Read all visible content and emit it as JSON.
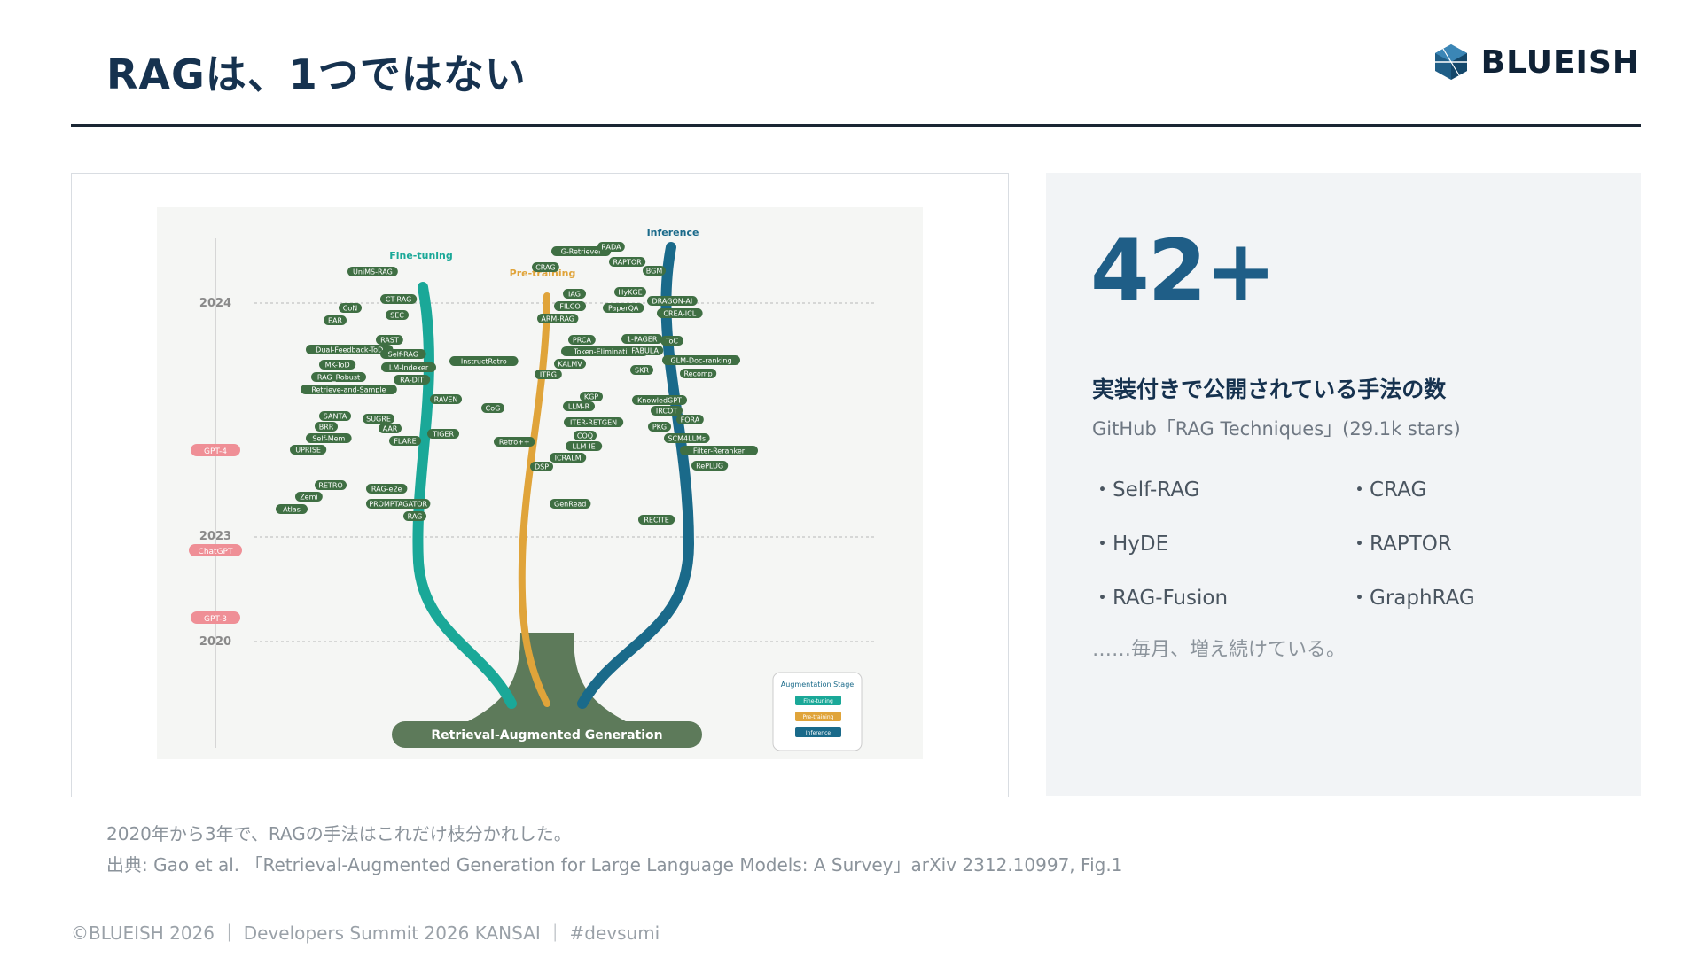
{
  "title": "RAGは、1つではない",
  "logo": {
    "name": "BLUEISH"
  },
  "figure": {
    "years": [
      "2024",
      "2023",
      "2020"
    ],
    "milestones": [
      "GPT-4",
      "ChatGPT",
      "GPT-3"
    ],
    "branches": {
      "fine_tuning": "Fine-tuning",
      "pre_training": "Pre-training",
      "inference": "Inference"
    },
    "root": "Retrieval-Augmented Generation",
    "legend": {
      "title": "Augmentation Stage",
      "items": [
        "Fine-tuning",
        "Pre-training",
        "Inference"
      ]
    },
    "leaves": [
      {
        "label": "UniMS-RAG",
        "b": "ft"
      },
      {
        "label": "CT-RAG",
        "b": "ft"
      },
      {
        "label": "CoN",
        "b": "ft"
      },
      {
        "label": "SEC",
        "b": "ft"
      },
      {
        "label": "EAR",
        "b": "ft"
      },
      {
        "label": "RAST",
        "b": "ft"
      },
      {
        "label": "Dual-Feedback-ToD",
        "b": "ft"
      },
      {
        "label": "Self-RAG",
        "b": "ft"
      },
      {
        "label": "MK-ToD",
        "b": "ft"
      },
      {
        "label": "LM-Indexer",
        "b": "ft"
      },
      {
        "label": "RAG_Robust",
        "b": "ft"
      },
      {
        "label": "RA-DIT",
        "b": "ft"
      },
      {
        "label": "Retrieve-and-Sample",
        "b": "ft"
      },
      {
        "label": "SANTA",
        "b": "ft"
      },
      {
        "label": "SUGRE",
        "b": "ft"
      },
      {
        "label": "BRR",
        "b": "ft"
      },
      {
        "label": "AAR",
        "b": "ft"
      },
      {
        "label": "Self-Mem",
        "b": "ft"
      },
      {
        "label": "FLARE",
        "b": "ft"
      },
      {
        "label": "UPRISE",
        "b": "ft"
      },
      {
        "label": "RETRO",
        "b": "ft"
      },
      {
        "label": "RAG-e2e",
        "b": "ft"
      },
      {
        "label": "Zemi",
        "b": "ft"
      },
      {
        "label": "PROMPTAGATOR",
        "b": "ft"
      },
      {
        "label": "Atlas",
        "b": "ft"
      },
      {
        "label": "RAG",
        "b": "ft"
      },
      {
        "label": "InstructRetro",
        "b": "pt"
      },
      {
        "label": "RAVEN",
        "b": "pt"
      },
      {
        "label": "CoG",
        "b": "pt"
      },
      {
        "label": "TIGER",
        "b": "pt"
      },
      {
        "label": "Retro++",
        "b": "pt"
      },
      {
        "label": "G-Retriever",
        "b": "in"
      },
      {
        "label": "RADA",
        "b": "in"
      },
      {
        "label": "CRAG",
        "b": "in"
      },
      {
        "label": "RAPTOR",
        "b": "in"
      },
      {
        "label": "BGM",
        "b": "in"
      },
      {
        "label": "IAG",
        "b": "in"
      },
      {
        "label": "HyKGE",
        "b": "in"
      },
      {
        "label": "FILCO",
        "b": "in"
      },
      {
        "label": "PaperQA",
        "b": "in"
      },
      {
        "label": "DRAGON-AI",
        "b": "in"
      },
      {
        "label": "ARM-RAG",
        "b": "in"
      },
      {
        "label": "CREA-ICL",
        "b": "in"
      },
      {
        "label": "PRCA",
        "b": "in"
      },
      {
        "label": "1-PAGER",
        "b": "in"
      },
      {
        "label": "ToC",
        "b": "in"
      },
      {
        "label": "Token-Elimination",
        "b": "in"
      },
      {
        "label": "FABULA",
        "b": "in"
      },
      {
        "label": "KALMV",
        "b": "in"
      },
      {
        "label": "GLM-Doc-ranking",
        "b": "in"
      },
      {
        "label": "SKR",
        "b": "in"
      },
      {
        "label": "ITRG",
        "b": "in"
      },
      {
        "label": "Recomp",
        "b": "in"
      },
      {
        "label": "KGP",
        "b": "in"
      },
      {
        "label": "KnowledGPT",
        "b": "in"
      },
      {
        "label": "LLM-R",
        "b": "in"
      },
      {
        "label": "IRCOT",
        "b": "in"
      },
      {
        "label": "ITER-RETGEN",
        "b": "in"
      },
      {
        "label": "FORA",
        "b": "in"
      },
      {
        "label": "PKG",
        "b": "in"
      },
      {
        "label": "COQ",
        "b": "in"
      },
      {
        "label": "SCM4LLMs",
        "b": "in"
      },
      {
        "label": "LLM-IE",
        "b": "in"
      },
      {
        "label": "Filter-Reranker",
        "b": "in"
      },
      {
        "label": "ICRALM",
        "b": "in"
      },
      {
        "label": "RePLUG",
        "b": "in"
      },
      {
        "label": "DSP",
        "b": "in"
      },
      {
        "label": "GenRead",
        "b": "in"
      },
      {
        "label": "RECITE",
        "b": "in"
      }
    ]
  },
  "panel": {
    "stat": "42+",
    "description": "実装付きで公開されている手法の数",
    "source": "GitHub「RAG Techniques」(29.1k stars)",
    "techniques": [
      "・Self-RAG",
      "・CRAG",
      "・HyDE",
      "・RAPTOR",
      "・RAG-Fusion",
      "・GraphRAG"
    ],
    "more": "……毎月、増え続けている。"
  },
  "caption": "2020年から3年で、RAGの手法はこれだけ枝分かれした。",
  "citation": "出典: Gao et al. 「Retrieval-Augmented Generation for Large Language Models: A Survey」arXiv 2312.10997, Fig.1",
  "footer": "©BLUEISH 2026 ｜ Developers Summit 2026 KANSAI ｜ #devsumi",
  "colors": {
    "fine_tuning": "#1aa898",
    "pre_training": "#e0a43a",
    "inference": "#1a6a8a",
    "leaf": "#3f6f43",
    "trunk": "#5d7a5a"
  }
}
